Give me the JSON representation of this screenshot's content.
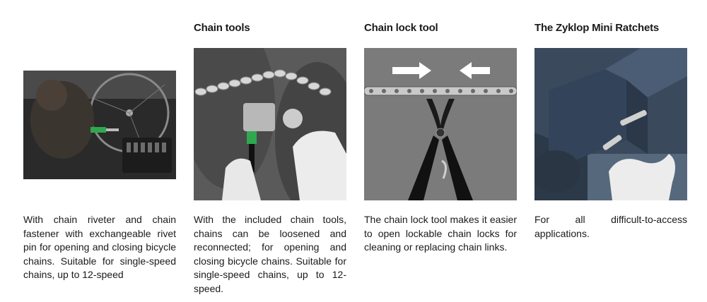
{
  "columns": [
    {
      "heading": "",
      "image": "chain-riveter-workshop-photo",
      "text": "With chain riveter and chain fastener with exchangeable rivet pin for opening and closing bicycle chains. Suitable for single-speed chains, up to 12-speed"
    },
    {
      "heading": "Chain tools",
      "image": "chain-tool-on-bicycle-chain-photo",
      "text": "With the included chain tools, chains can be loosened and reconnected; for opening and closing bicycle chains. Suitable for single-speed chains, up to 12-speed."
    },
    {
      "heading": "Chain lock tool",
      "image": "chain-lock-pliers-photo",
      "text": "The chain lock tool makes it easier to open lockable chain locks for cleaning or replacing chain links."
    },
    {
      "heading": "The Zyklop Mini Ratchets",
      "image": "mini-ratchet-hand-photo",
      "text": "For all difficult-to-access applications."
    }
  ],
  "colors": {
    "photo_dark": "#2b2b2b",
    "photo_gray": "#7a7a7a",
    "photo_slate": "#3e5064",
    "accent_green": "#2fa84f"
  }
}
